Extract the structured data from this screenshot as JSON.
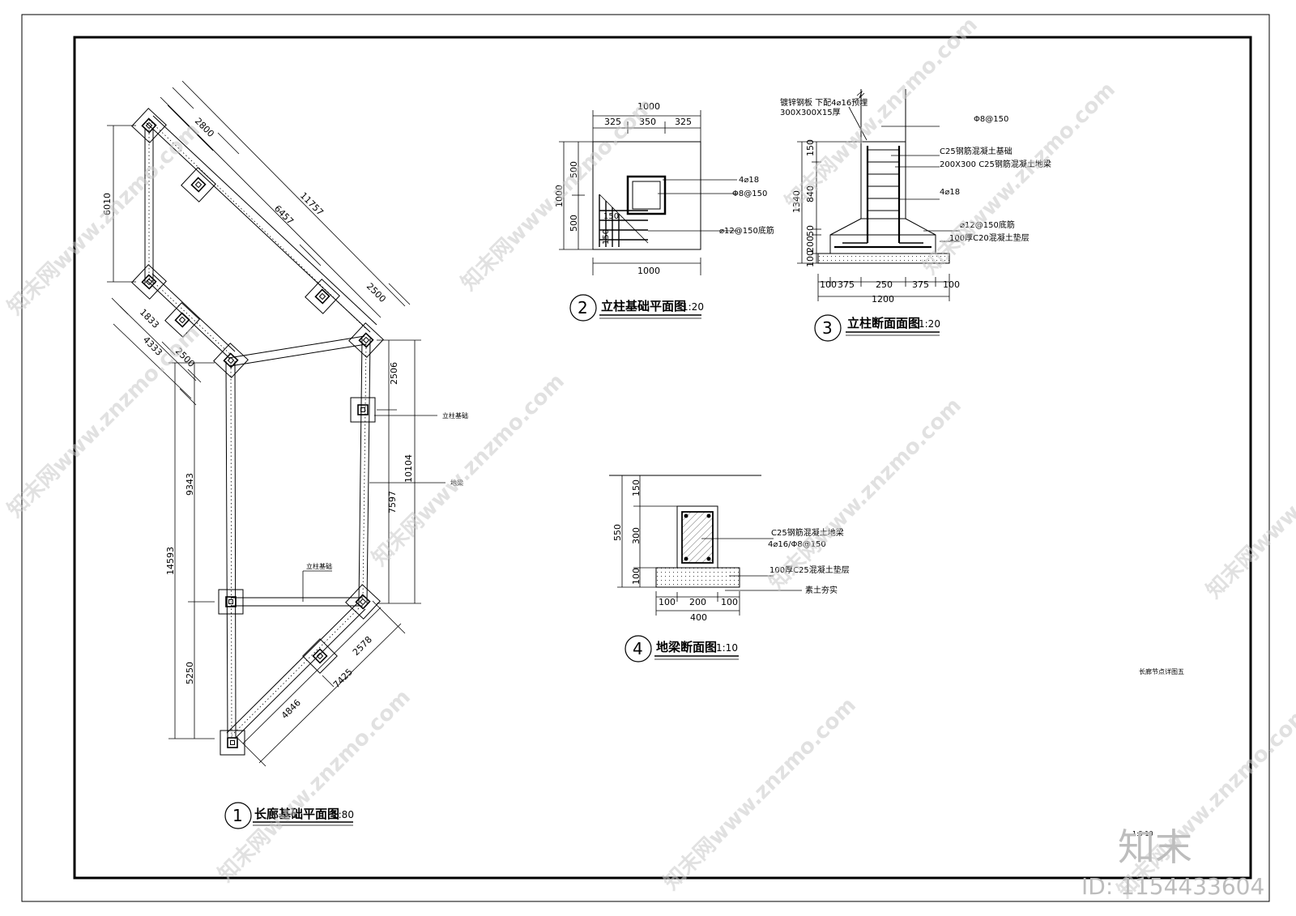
{
  "plan1": {
    "title": "长廊基础平面图",
    "scale": "1:80",
    "number": "1",
    "dims": {
      "d2800": "2800",
      "d11757": "11757",
      "d6457": "6457",
      "d2500a": "2500",
      "d6010": "6010",
      "d1833": "1833",
      "d4333": "4333",
      "d2500b": "2500",
      "d2506": "2506",
      "d10104": "10104",
      "d7597": "7597",
      "d9343": "9343",
      "d14593": "14593",
      "d5250": "5250",
      "d2578": "2578",
      "d4846": "4846",
      "d7425": "7425"
    },
    "labels": {
      "column_found_1": "立柱基础",
      "ground_beam": "地梁",
      "column_found_2": "立柱基础"
    }
  },
  "detail2": {
    "title": "立柱基础平面图",
    "scale": "1:20",
    "number": "2",
    "dims": {
      "top_total": "1000",
      "top_a": "325",
      "top_b": "350",
      "top_c": "325",
      "left_total": "1000",
      "left_a": "500",
      "left_b": "500",
      "s150a": "150",
      "s150b": "150",
      "bottom_total": "1000"
    },
    "notes": {
      "n1": "4⌀18",
      "n2": "Φ8@150",
      "n3": "⌀12@150底筋"
    }
  },
  "detail3": {
    "title": "立柱断面面图",
    "scale": "1:20",
    "number": "3",
    "dims": {
      "v150": "150",
      "v840": "840",
      "v1340": "1340",
      "v50": "50",
      "v200": "200",
      "v100": "100",
      "h100a": "100",
      "h375a": "375",
      "h250": "250",
      "h375b": "375",
      "h100b": "100",
      "h1200": "1200"
    },
    "notes": {
      "n1": "镀锌钢板 下配4⌀16预埋",
      "n2": "300X300X15厚",
      "n3": "Φ8@150",
      "n4": "C25钢筋混凝土基础",
      "n5": "200X300 C25钢筋混凝土地梁",
      "n6": "4⌀18",
      "n7": "⌀12@150底筋",
      "n8": "100厚C20混凝土垫层"
    }
  },
  "detail4": {
    "title": "地梁断面图",
    "scale": "1:10",
    "number": "4",
    "dims": {
      "v150": "150",
      "v300": "300",
      "v550": "550",
      "v100": "100",
      "h100a": "100",
      "h200": "200",
      "h100b": "100",
      "h400": "400"
    },
    "notes": {
      "n1": "C25钢筋混凝土地梁",
      "n2": "4⌀16/Φ8@150",
      "n3": "100厚C25混凝土垫层",
      "n4": "素土夯实"
    }
  },
  "sheet": {
    "name": "长廊节点详图五",
    "page": "1:5·10"
  },
  "watermark": {
    "site": "知末网www.znzmo.com",
    "brand": "知末",
    "id": "ID: 1154433604"
  }
}
